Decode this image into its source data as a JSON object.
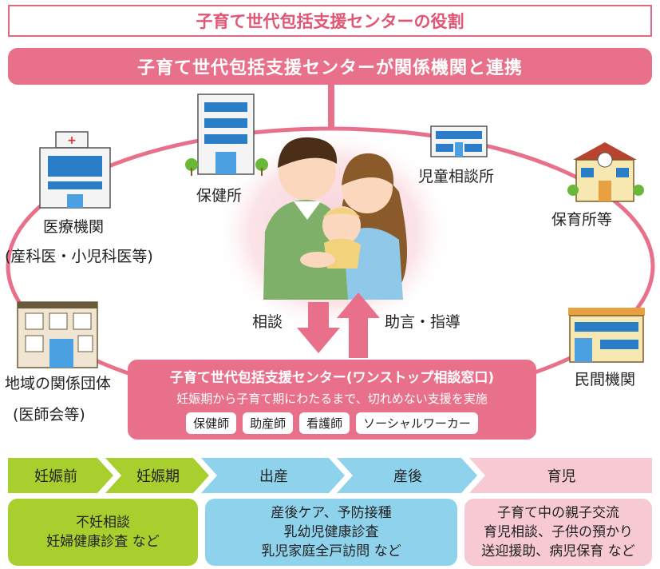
{
  "title": "子育て世代包括支援センターの役割",
  "banner": "子育て世代包括支援センターが関係機関と連携",
  "agencies": {
    "hoken": "保健所",
    "jido": "児童相談所",
    "iryo_1": "医療機関",
    "iryo_2": "(産科医・小児科医等)",
    "hoiku": "保育所等",
    "chiiki_1": "地域の関係団体",
    "chiiki_2": "(医師会等)",
    "minkan": "民間機関"
  },
  "flows": {
    "consult": "相談",
    "advice": "助言・指導"
  },
  "center": {
    "title": "子育て世代包括支援センター(ワンストップ相談窓口)",
    "subtitle": "妊娠期から子育て期にわたるまで、切れめない支援を実施",
    "staff": [
      "保健師",
      "助産師",
      "看護師",
      "ソーシャルワーカー"
    ]
  },
  "stages": [
    "妊娠前",
    "妊娠期",
    "出産",
    "産後",
    "育児"
  ],
  "details": {
    "pregnancy": [
      "不妊相談",
      "妊婦健康診査 など"
    ],
    "birth": [
      "産後ケア、予防接種",
      "乳幼児健康診査",
      "乳児家庭全戸訪問 など"
    ],
    "childcare": [
      "子育て中の親子交流",
      "育児相談、子供の預かり",
      "送迎援助、病児保育 など"
    ]
  },
  "colors": {
    "pink": "#e8708a",
    "green": "#a8cf2e",
    "blue": "#8fd2ec",
    "light_pink": "#f6c9d3"
  }
}
